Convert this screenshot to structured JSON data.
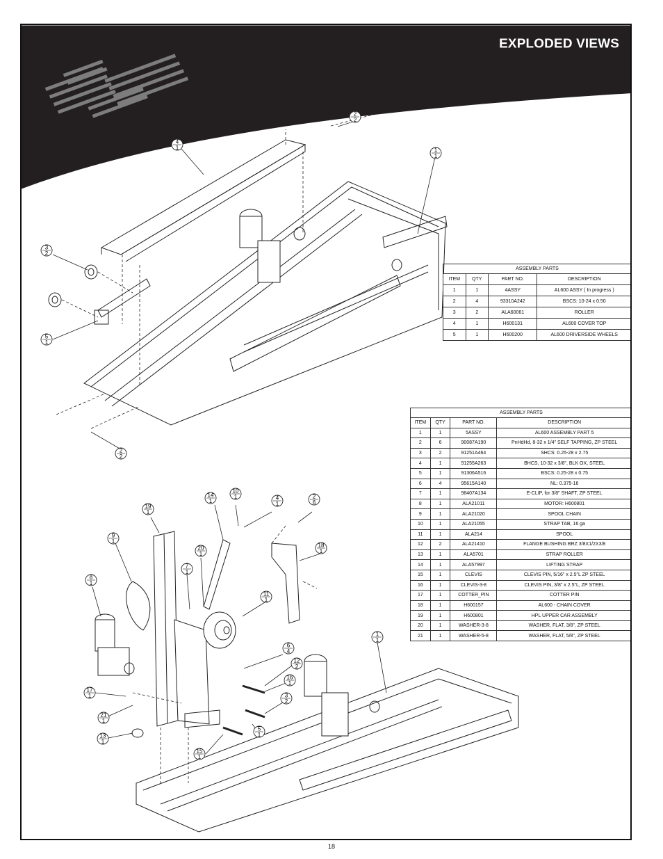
{
  "header": {
    "title": "EXPLODED VIEWS"
  },
  "table_top": {
    "caption": "ASSEMBLY PARTS",
    "headers": [
      "ITEM",
      "QTY",
      "PART NO.",
      "DESCRIPTION"
    ],
    "rows": [
      [
        "1",
        "1",
        "4ASSY",
        "AL600 ASSY ( In progress )"
      ],
      [
        "2",
        "4",
        "93310A242",
        "BSCS: 10-24 x 0.50"
      ],
      [
        "3",
        "2",
        "ALA60061",
        "ROLLER"
      ],
      [
        "4",
        "1",
        "H600131",
        "AL600 COVER TOP"
      ],
      [
        "5",
        "1",
        "H600200",
        "AL600 DRIVERSIDE WHEELS"
      ]
    ]
  },
  "table_bottom": {
    "caption": "ASSEMBLY PARTS",
    "headers": [
      "ITEM",
      "QTY",
      "PART NO.",
      "DESCRIPTION"
    ],
    "rows": [
      [
        "1",
        "1",
        "5ASSY",
        "AL600 ASSEMBLY PART 5"
      ],
      [
        "2",
        "6",
        "90087A190",
        "PnHdHd, 8-32 x 1/4\" SELF TAPPING, ZP STEEL"
      ],
      [
        "3",
        "2",
        "91251A464",
        "SHCS: 0.25-28 x 2.75"
      ],
      [
        "4",
        "1",
        "91255A263",
        "BHCS, 10-32 x 3/8\", BLK OX, STEEL"
      ],
      [
        "5",
        "1",
        "91306A516",
        "BSCS: 0.25-28 x 0.75"
      ],
      [
        "6",
        "4",
        "95615A140",
        "NL: 0.375-16"
      ],
      [
        "7",
        "1",
        "98407A134",
        "E-CLIP, for 3/8\" SHAFT, ZP STEEL"
      ],
      [
        "8",
        "1",
        "ALA21011",
        "MOTOR: H600801"
      ],
      [
        "9",
        "1",
        "ALA21020",
        "SPOOL CHAIN"
      ],
      [
        "10",
        "1",
        "ALA21055",
        "STRAP TAB, 16 ga"
      ],
      [
        "11",
        "1",
        "ALA214",
        "SPOOL"
      ],
      [
        "12",
        "2",
        "ALA21410",
        "FLANGE BUSHING BRZ 3/8X1/2X3/8"
      ],
      [
        "13",
        "1",
        "ALA5701",
        "STRAP ROLLER"
      ],
      [
        "14",
        "1",
        "ALA57997",
        "LIFTING STRAP"
      ],
      [
        "15",
        "1",
        "CLEVIS",
        "CLEVIS PIN, 5/16\" x 2.5\"L ZP STEEL"
      ],
      [
        "16",
        "1",
        "CLEVIS-3-8",
        "CLEVIS PIN, 3/8\" x 2.5\"L, ZP STEEL"
      ],
      [
        "17",
        "1",
        "COTTER_PIN",
        "COTTER PIN"
      ],
      [
        "18",
        "1",
        "H600157",
        "AL600 - CHAIN COVER"
      ],
      [
        "19",
        "1",
        "H600801",
        "HPL UPPER CAR ASSEMBLY"
      ],
      [
        "20",
        "1",
        "WASHER-3-8",
        "WASHER, FLAT, 3/8\", ZP STEEL"
      ],
      [
        "21",
        "1",
        "WASHER-5-8",
        "WASHER, FLAT, 5/8\", ZP STEEL"
      ]
    ]
  },
  "callouts_top": [
    {
      "item": "2",
      "qty": "2"
    },
    {
      "item": "4",
      "qty": "1"
    },
    {
      "item": "1",
      "qty": "1"
    },
    {
      "item": "3",
      "qty": "2"
    },
    {
      "item": "5",
      "qty": "1"
    },
    {
      "item": "2",
      "qty": "2"
    }
  ],
  "callouts_bottom": [
    {
      "item": "14",
      "qty": "1"
    },
    {
      "item": "10",
      "qty": "1"
    },
    {
      "item": "4",
      "qty": "1"
    },
    {
      "item": "2",
      "qty": "6"
    },
    {
      "item": "19",
      "qty": "1"
    },
    {
      "item": "18",
      "qty": "1"
    },
    {
      "item": "9",
      "qty": "1"
    },
    {
      "item": "20",
      "qty": "1"
    },
    {
      "item": "7",
      "qty": "1"
    },
    {
      "item": "8",
      "qty": "1"
    },
    {
      "item": "11",
      "qty": "1"
    },
    {
      "item": "6",
      "qty": "4"
    },
    {
      "item": "12",
      "qty": "2"
    },
    {
      "item": "16",
      "qty": "1"
    },
    {
      "item": "17",
      "qty": "1"
    },
    {
      "item": "3",
      "qty": "2"
    },
    {
      "item": "21",
      "qty": "1"
    },
    {
      "item": "5",
      "qty": "1"
    },
    {
      "item": "13",
      "qty": "1"
    },
    {
      "item": "15",
      "qty": "1"
    },
    {
      "item": "1",
      "qty": "1"
    }
  ],
  "footer": {
    "page_number": "18"
  }
}
